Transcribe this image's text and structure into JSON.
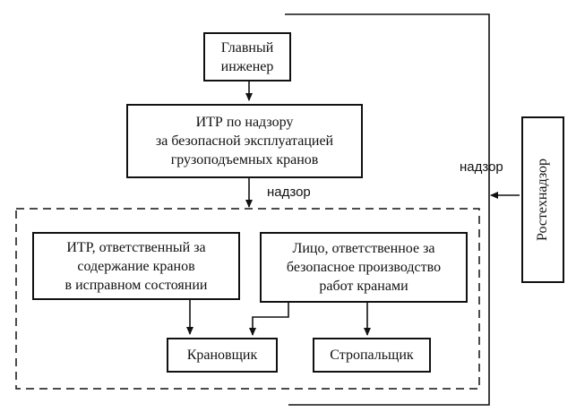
{
  "nodes": {
    "chief_engineer": "Главный\nинженер",
    "supervisor": "ИТР по надзору\nза безопасной эксплуатацией\nгрузоподъемных кранов",
    "maintenance": "ИТР, ответственный за\nсодержание кранов\nв исправном состоянии",
    "safe_operation": "Лицо, ответственное за\nбезопасное производство\nработ кранами",
    "crane_operator": "Крановщик",
    "slinger": "Стропальщик",
    "rostekhnadzor": "Ростехнадзор"
  },
  "edge_labels": {
    "supervision_inner": "надзор",
    "supervision_outer": "надзор"
  }
}
